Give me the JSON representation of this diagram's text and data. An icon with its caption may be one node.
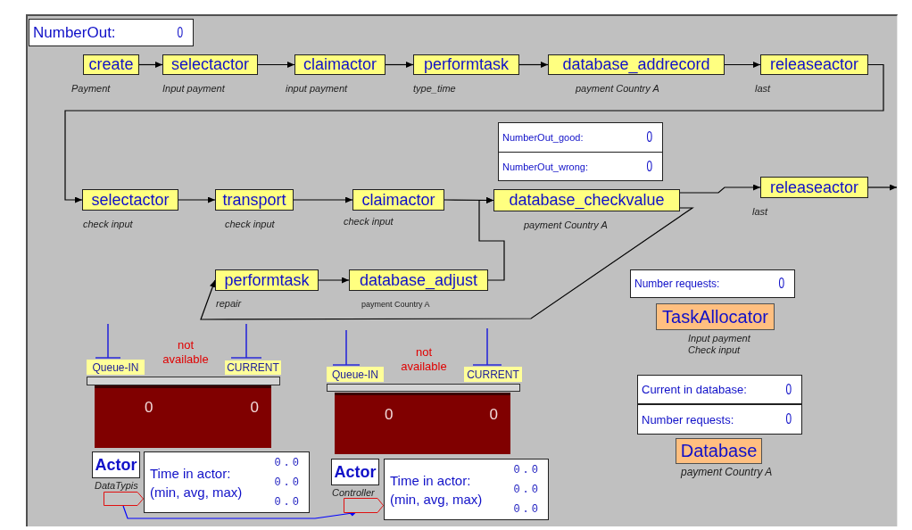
{
  "diagram": {
    "nodes": [
      {
        "text": [
          "NumberOut:",
          "0"
        ]
      },
      {
        "text": [
          "create"
        ],
        "beside": [
          "Payment"
        ]
      },
      {
        "text": [
          "selectactor"
        ],
        "beside": [
          "Input payment"
        ]
      },
      {
        "text": [
          "claimactor"
        ],
        "beside": [
          "input payment"
        ]
      },
      {
        "text": [
          "performtask"
        ],
        "beside": [
          "type_time"
        ]
      },
      {
        "text": [
          "database_addrecord"
        ],
        "beside": [
          "payment Country A"
        ]
      },
      {
        "text": [
          "releaseactor"
        ],
        "beside": [
          "last"
        ]
      },
      {
        "text": [
          "NumberOut_good:",
          "0"
        ]
      },
      {
        "text": [
          "NumberOut_wrong:",
          "0"
        ]
      },
      {
        "text": [
          "selectactor"
        ],
        "beside": [
          "check input"
        ]
      },
      {
        "text": [
          "transport"
        ],
        "beside": [
          "check input"
        ]
      },
      {
        "text": [
          "claimactor"
        ],
        "beside": [
          "check input"
        ]
      },
      {
        "text": [
          "database_checkvalue"
        ],
        "beside": [
          "payment Country A"
        ]
      },
      {
        "text": [
          "releaseactor"
        ],
        "beside": [
          "last"
        ]
      },
      {
        "text": [
          "performtask"
        ],
        "beside": [
          "repair"
        ]
      },
      {
        "text": [
          "database_adjust"
        ],
        "beside": [
          "payment Country A"
        ]
      },
      {
        "text": [
          "Number requests:",
          "0"
        ]
      },
      {
        "text": [
          "TaskAllocator"
        ],
        "beside": [
          "Input payment",
          "Check input"
        ]
      },
      {
        "text": [
          "Queue-IN"
        ]
      },
      {
        "text": [
          "CURRENT"
        ]
      },
      {
        "text": [
          "Queue-IN"
        ]
      },
      {
        "text": [
          "CURRENT"
        ]
      },
      {
        "text": [
          "0",
          "0"
        ]
      },
      {
        "text": [
          "0",
          "0"
        ]
      },
      {
        "text": [
          "Current in database:",
          "0"
        ]
      },
      {
        "text": [
          "Number requests:",
          "0"
        ]
      },
      {
        "text": [
          "Database"
        ],
        "beside": [
          "payment Country A"
        ]
      },
      {
        "text": [
          "Actor"
        ],
        "beside": [
          "DataTypis"
        ]
      },
      {
        "text": [
          "Time in actor: (min, avg, max)",
          "0.0",
          "0.0",
          "0.0"
        ]
      },
      {
        "text": [
          "Actor"
        ],
        "beside": [
          "Controller"
        ]
      },
      {
        "text": [
          "Time in actor: (min, avg, max)",
          "0.0",
          "0.0",
          "0.0"
        ]
      },
      {
        "text": [],
        "shape": "pentagon"
      },
      {
        "text": [],
        "shape": "pentagon"
      }
    ],
    "edges": [
      {
        "from": 1,
        "to": 2,
        "arrow": "to"
      },
      {
        "from": 2,
        "to": 3,
        "arrow": "to"
      },
      {
        "from": 3,
        "to": 4,
        "arrow": "to"
      },
      {
        "from": 4,
        "to": 5,
        "arrow": "to"
      },
      {
        "from": 5,
        "to": 6,
        "arrow": "to"
      },
      {
        "from": 6,
        "to": 9,
        "arrow": "to"
      },
      {
        "from": 9,
        "to": 10,
        "arrow": "to"
      },
      {
        "from": 10,
        "to": 11,
        "arrow": "to"
      },
      {
        "from": 11,
        "to": 12,
        "arrow": "to"
      },
      {
        "from": 12,
        "to": 13,
        "arrow": "to"
      },
      {
        "from": 13,
        "to": null,
        "arrow": "to"
      },
      {
        "from": 12,
        "to": 14,
        "arrow": "to"
      },
      {
        "from": 14,
        "to": 15,
        "arrow": "to"
      },
      {
        "from": 15,
        "to": 12,
        "arrow": "to"
      },
      {
        "from": 31,
        "to": 32,
        "arrow": "other",
        "color": "#0000ff"
      }
    ],
    "labels": [
      "not available",
      "not available"
    ]
  }
}
